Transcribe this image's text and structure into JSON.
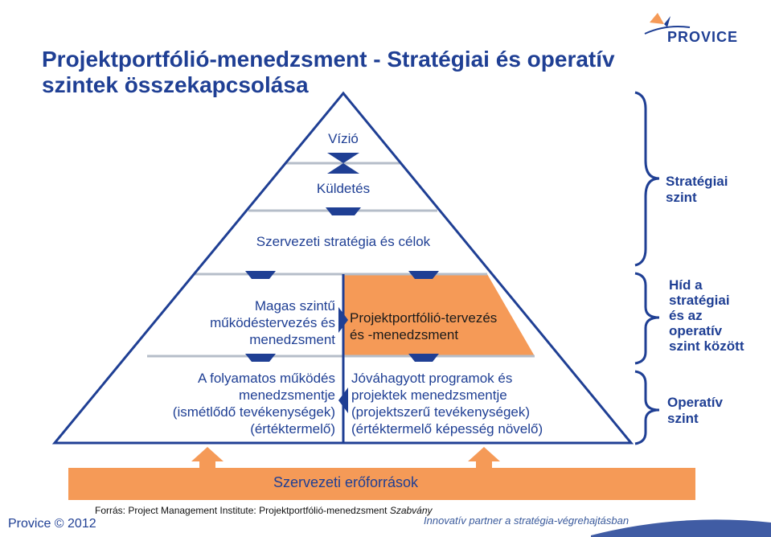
{
  "title": {
    "line1": "Projektportfólió-menedzsment - Stratégiai és operatív",
    "line2": "szintek összekapcsolása"
  },
  "logo": {
    "text": "PROVICE",
    "icon": "provice-star-logo"
  },
  "pyramid": {
    "levels": {
      "vizio": "Vízió",
      "kuldetes": "Küldetés",
      "strategia": "Szervezeti stratégia és célok"
    },
    "left_upper": [
      "Magas szintű",
      "működéstervezés és",
      "menedzsment"
    ],
    "right_upper": [
      "Projektportfólió-tervezés",
      "és -menedzsment"
    ],
    "left_lower": [
      "A folyamatos működés",
      "menedzsmentje",
      "(ismétlődő tevékenységek)",
      "(értéktermelő)"
    ],
    "right_lower": [
      "Jóváhagyott programok és",
      "projektek menedzsmentje",
      "(projektszerű tevékenységek)",
      "(értéktermelő képesség növelő)"
    ],
    "colors": {
      "pyramid_blue": "#1f3f94",
      "highlight_orange": "#f59a57",
      "separator": "#b5bdc9"
    }
  },
  "resources": {
    "label": "Szervezeti erőforrások"
  },
  "side_labels": {
    "strategic": [
      "Stratégiai",
      "szint"
    ],
    "bridge": [
      "Híd a",
      "stratégiai",
      "és az",
      "operatív",
      "szint között"
    ],
    "operative": [
      "Operatív",
      "szint"
    ]
  },
  "source": {
    "prefix": "Forrás: Project Management Institute: Projektportfólió-menedzsment ",
    "italic": "Szabvány"
  },
  "footer": {
    "copyright": "Provice © 2012",
    "tagline": "Innovatív partner a stratégia-végrehajtásban"
  }
}
